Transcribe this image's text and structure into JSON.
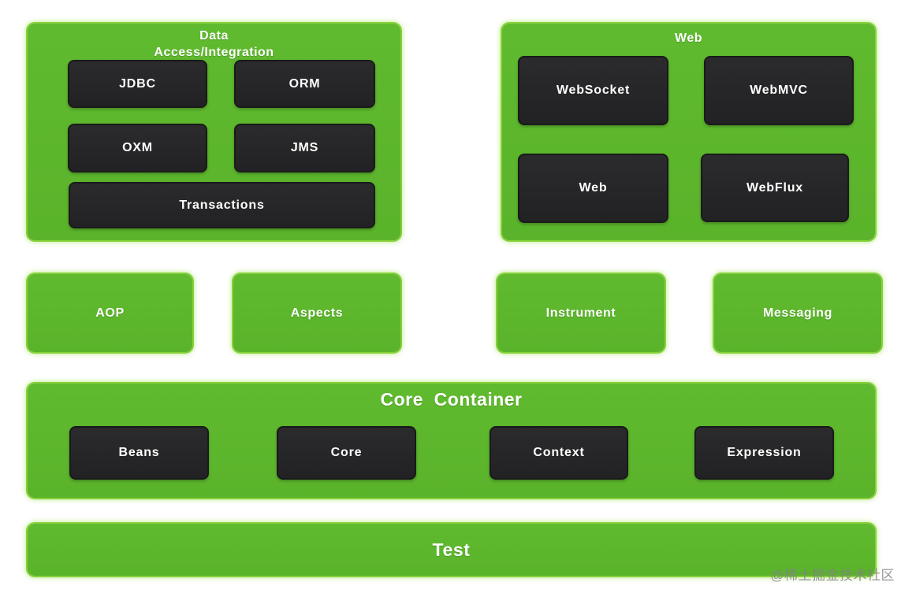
{
  "palette": {
    "green_fill": "#5cb52e",
    "green_glow": "#9ade52",
    "dark_box": "#252527",
    "label_text": "#ffffff",
    "watermark_gray": "#828482",
    "background": "#ffffff"
  },
  "data_access": {
    "title_line1": "Data",
    "title_line2": "Access/Integration",
    "boxes": {
      "jdbc": "JDBC",
      "orm": "ORM",
      "oxm": "OXM",
      "jms": "JMS",
      "transactions": "Transactions"
    }
  },
  "web": {
    "title": "Web",
    "boxes": {
      "websocket": "WebSocket",
      "webmvc": "WebMVC",
      "web": "Web",
      "webflux": "WebFlux"
    }
  },
  "middle_row": {
    "aop": "AOP",
    "aspects": "Aspects",
    "instrument": "Instrument",
    "messaging": "Messaging"
  },
  "core_container": {
    "title": "Core  Container",
    "boxes": {
      "beans": "Beans",
      "core": "Core",
      "context": "Context",
      "expression": "Expression"
    }
  },
  "test": {
    "title": "Test"
  },
  "watermark": "@稀土掘金技术社区"
}
